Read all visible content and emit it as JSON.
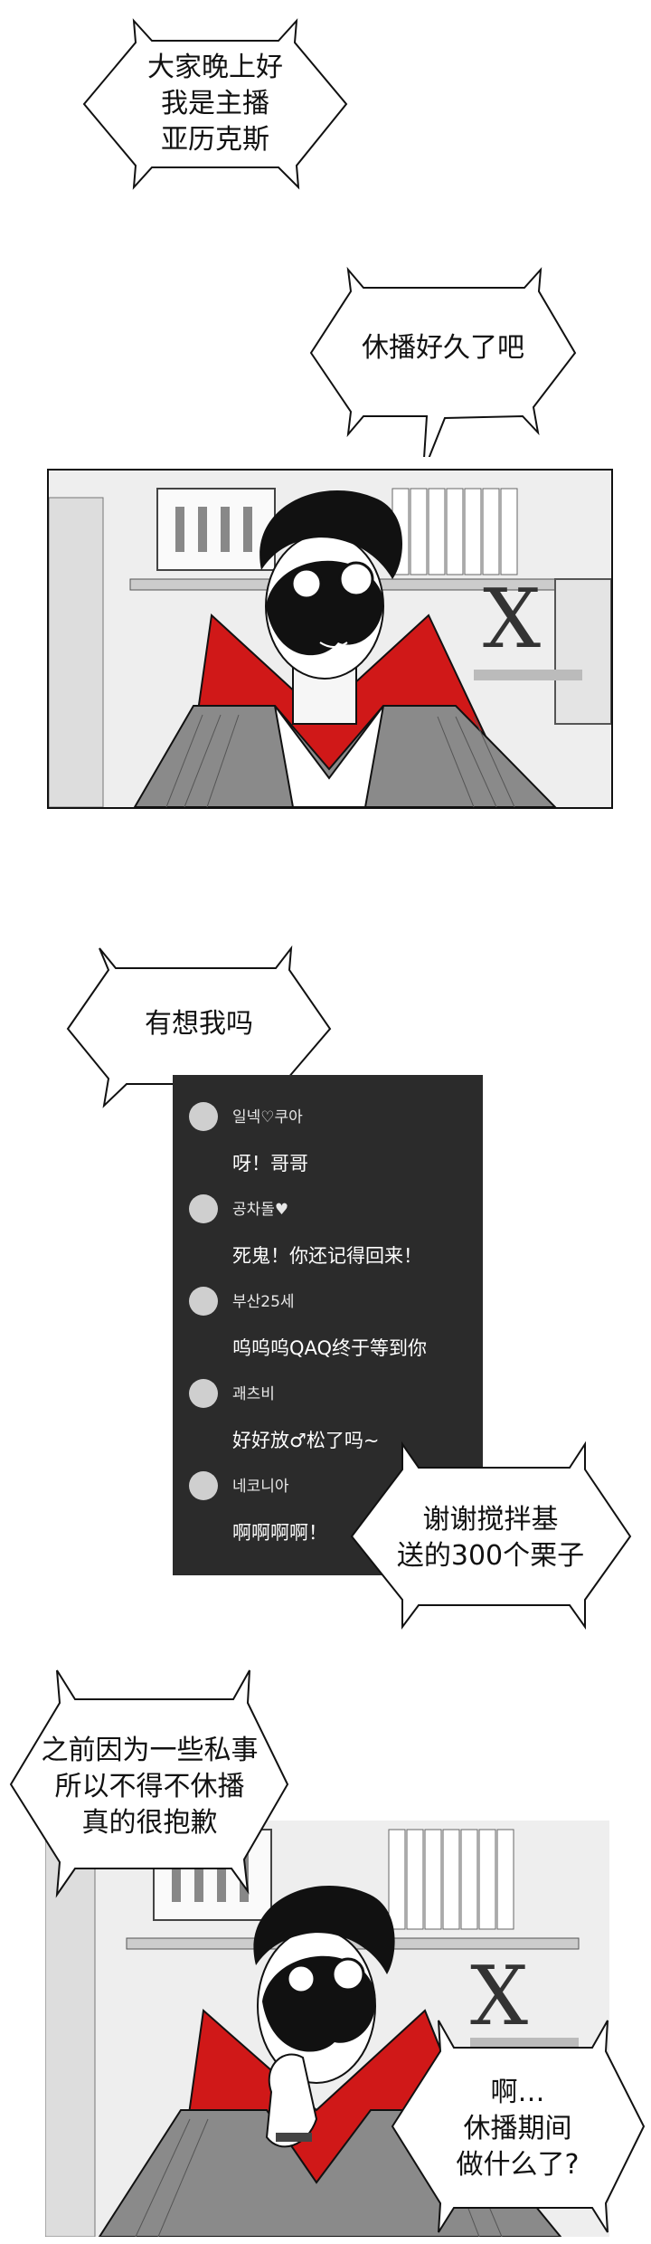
{
  "bubbles": {
    "b1": {
      "lines": [
        "大家晚上好",
        "我是主播",
        "亚历克斯"
      ]
    },
    "b2": {
      "lines": [
        "休播好久了吧"
      ]
    },
    "b3": {
      "lines": [
        "有想我吗"
      ]
    },
    "b4": {
      "lines": [
        "谢谢搅拌基",
        "送的300个栗子"
      ]
    },
    "b5": {
      "lines": [
        "之前因为一些私事",
        "所以不得不休播",
        "真的很抱歉"
      ]
    },
    "b6": {
      "lines": [
        "啊…",
        "休播期间",
        "做什么了?"
      ]
    }
  },
  "chat": {
    "entries": [
      {
        "user": "일넥♡쿠아",
        "message": "呀！哥哥"
      },
      {
        "user": "공차돌♥",
        "message": "死鬼！你还记得回来！"
      },
      {
        "user": "부산25세",
        "message": "呜呜呜QAQ终于等到你"
      },
      {
        "user": "괘츠비",
        "message": "好好放♂松了吗~"
      },
      {
        "user": "네코니아",
        "message": "啊啊啊啊！"
      }
    ]
  },
  "panels": {
    "panel1": {
      "scene_letter": "X"
    },
    "panel2": {
      "scene_letter": "X"
    }
  },
  "colors": {
    "ink": "#111111",
    "collar_red": "#d01818",
    "chat_bg": "#2b2b2b",
    "avatar": "#cfcfcf"
  }
}
